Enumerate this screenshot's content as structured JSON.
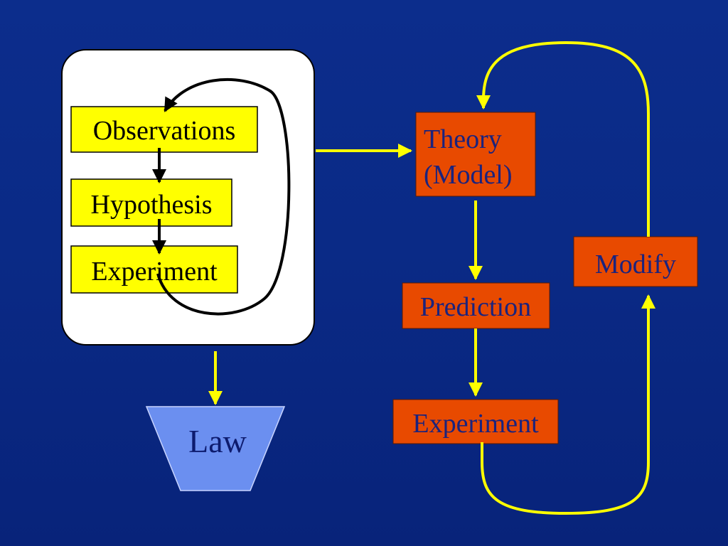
{
  "cycle_box": {
    "observations": "Observations",
    "hypothesis": "Hypothesis",
    "experiment": "Experiment"
  },
  "law": "Law",
  "theory": {
    "line1": "Theory",
    "line2": "(Model)"
  },
  "prediction": "Prediction",
  "experiment2": "Experiment",
  "modify": "Modify",
  "colors": {
    "background": "#0a2a86",
    "yellow_box": "#ffff00",
    "red_box": "#e84a00",
    "law_box": "#6b8ff0",
    "yellow_arrow": "#ffff00",
    "black_arrow": "#000000"
  }
}
